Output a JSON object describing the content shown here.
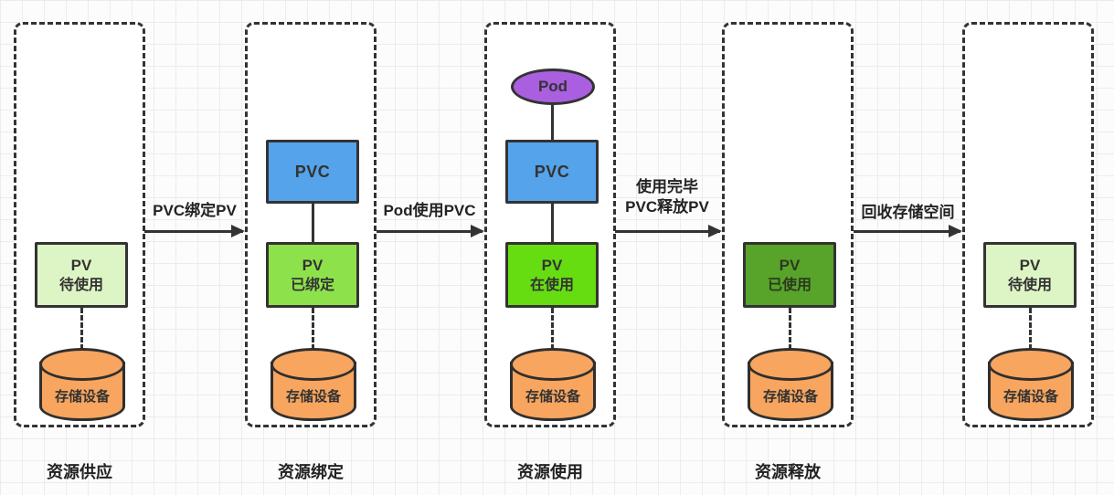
{
  "diagram": {
    "topic": "PV/PVC lifecycle",
    "stages": [
      {
        "label": "资源供应",
        "pv": {
          "title": "PV",
          "status": "待使用"
        },
        "storage": "存储设备"
      },
      {
        "label": "资源绑定",
        "pvc": "PVC",
        "pv": {
          "title": "PV",
          "status": "已绑定"
        },
        "storage": "存储设备"
      },
      {
        "label": "资源使用",
        "pod": "Pod",
        "pvc": "PVC",
        "pv": {
          "title": "PV",
          "status": "在使用"
        },
        "storage": "存储设备"
      },
      {
        "label": "资源释放",
        "pv": {
          "title": "PV",
          "status": "已使用"
        },
        "storage": "存储设备"
      },
      {
        "label": "",
        "pv": {
          "title": "PV",
          "status": "待使用"
        },
        "storage": "存储设备"
      }
    ],
    "arrows": [
      {
        "label": "PVC绑定PV"
      },
      {
        "label": "Pod使用PVC"
      },
      {
        "label_line1": "使用完毕",
        "label_line2": "PVC释放PV"
      },
      {
        "label": "回收存储空间"
      }
    ]
  },
  "colors": {
    "pv_pending": "#ddf5c5",
    "pv_bound": "#8de24b",
    "pv_in_use": "#66dd11",
    "pv_released": "#58a32a",
    "pvc": "#55a3ea",
    "pod": "#a95fe0",
    "storage": "#f7a55f",
    "outline": "#333333"
  }
}
